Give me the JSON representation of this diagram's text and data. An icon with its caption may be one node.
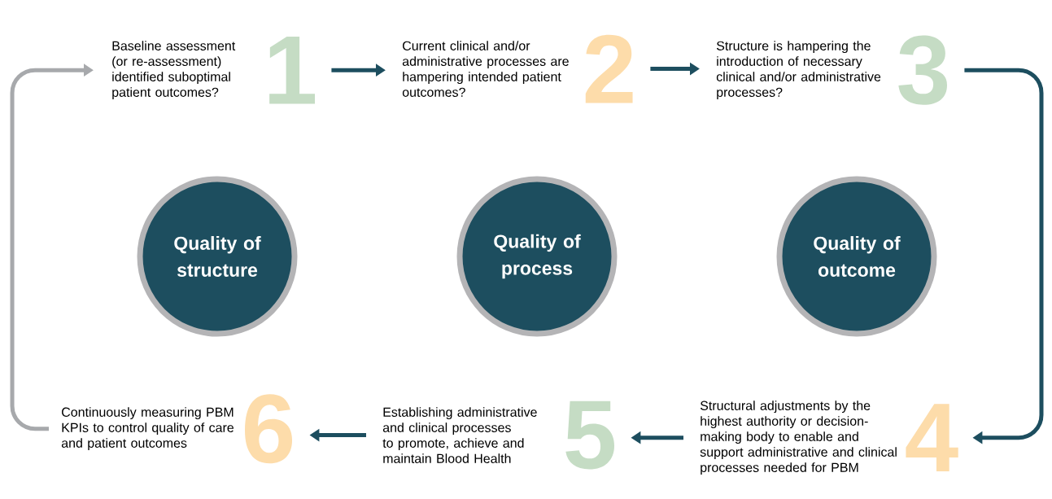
{
  "diagram": {
    "nodes": [
      {
        "text": [
          "Baseline assessment (or re-assessment) identified suboptimal patient outcomes?"
        ],
        "beside": [
          "1"
        ]
      },
      {
        "text": [
          "Current clinical and/or administrative processes are hampering intended patient outcomes?"
        ],
        "beside": [
          "2"
        ]
      },
      {
        "text": [
          "Structure is hampering the introduction of necessary clinical and/or administrative processes?"
        ],
        "beside": [
          "3"
        ]
      },
      {
        "text": [
          "Structural adjustments by the highest authority or decision-making body to enable and support administrative and clinical processes needed for PBM"
        ],
        "beside": [
          "4"
        ]
      },
      {
        "text": [
          "Establishing administrative and clinical processes to promote, achieve and maintain Blood Health"
        ],
        "beside": [
          "5"
        ]
      },
      {
        "text": [
          "Continuously measuring PBM KPIs to control quality of care and patient outcomes"
        ],
        "beside": [
          "6"
        ]
      },
      {
        "text": [
          "Quality of structure"
        ]
      },
      {
        "text": [
          "Quality of process"
        ]
      },
      {
        "text": [
          "Quality of outcome"
        ]
      }
    ],
    "edges": [
      {
        "from": 0,
        "to": 1,
        "arrow": "to"
      },
      {
        "from": 1,
        "to": 2,
        "arrow": "to"
      },
      {
        "from": 2,
        "to": 3,
        "arrow": "to"
      },
      {
        "from": 3,
        "to": 4,
        "arrow": "to"
      },
      {
        "from": 4,
        "to": 5,
        "arrow": "to"
      },
      {
        "from": 5,
        "to": 0,
        "arrow": "to",
        "color": "#a7a9ac"
      }
    ]
  }
}
